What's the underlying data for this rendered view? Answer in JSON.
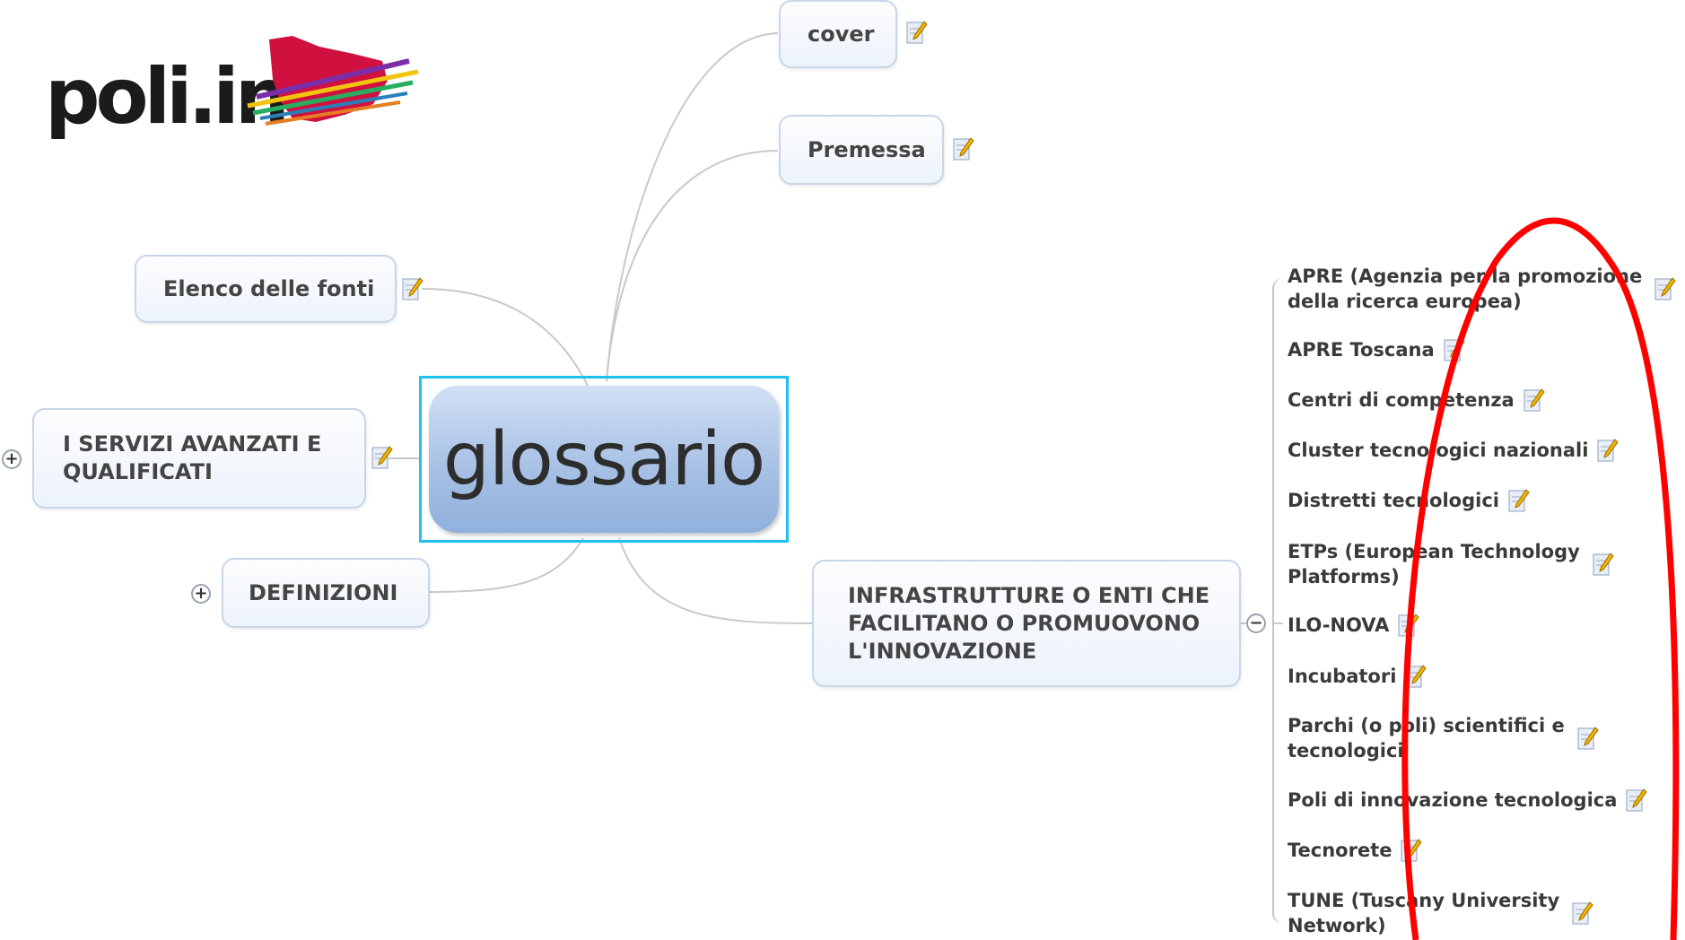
{
  "logo": {
    "text": "poli.in"
  },
  "central": {
    "label": "glossario"
  },
  "left_topics": [
    {
      "label": "Elenco delle fonti"
    },
    {
      "label": "I SERVIZI AVANZATI E\nQUALIFICATI"
    },
    {
      "label": "DEFINIZIONI"
    }
  ],
  "top_topics": [
    {
      "label": "cover"
    },
    {
      "label": "Premessa"
    }
  ],
  "infra_topic": {
    "label": "INFRASTRUTTURE O ENTI CHE\nFACILITANO O PROMUOVONO\nL'INNOVAZIONE"
  },
  "subtopics": [
    {
      "label": "APRE (Agenzia per la promozione\ndella ricerca europea)"
    },
    {
      "label": "APRE Toscana"
    },
    {
      "label": "Centri di competenza"
    },
    {
      "label": "Cluster tecnologici nazionali"
    },
    {
      "label": "Distretti tecnologici"
    },
    {
      "label": "ETPs (European Technology\nPlatforms)"
    },
    {
      "label": "ILO-NOVA"
    },
    {
      "label": "Incubatori"
    },
    {
      "label": "Parchi (o poli) scientifici e\ntecnologici"
    },
    {
      "label": "Poli di innovazione tecnologica"
    },
    {
      "label": "Tecnorete"
    },
    {
      "label": "TUNE (Tuscany University\nNetwork)"
    }
  ],
  "toggles": {
    "expand": "+",
    "collapse": "−"
  },
  "icons": {
    "note": "note-icon",
    "logo_graphic": "tuscany-map-ribbon"
  },
  "colors": {
    "selection_border": "#1ec0ef",
    "annotation": "#ff0000",
    "central_fill": "#a8c1e5"
  }
}
